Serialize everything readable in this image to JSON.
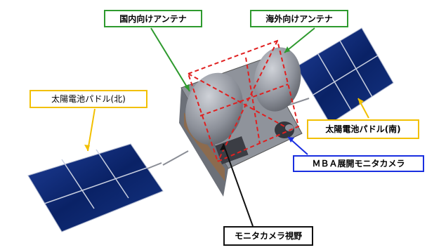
{
  "labels": {
    "domestic_antenna": "国内向けアンテナ",
    "overseas_antenna": "海外向けアンテナ",
    "solar_north": "太陽電池パドル(北)",
    "solar_south": "太陽電池パドル(南)",
    "mba_camera": "ＭＢＡ展開モニタカメラ",
    "camera_fov": "モニタカメラ視野"
  },
  "colors": {
    "antenna_label_border": "#2e9a2e",
    "solar_label_border": "#f2c000",
    "camera_label_border": "#1a2fe0",
    "fov_label_border": "#111111",
    "fov_outline": "#e02020",
    "panel_blue": "#0c2a7a"
  }
}
